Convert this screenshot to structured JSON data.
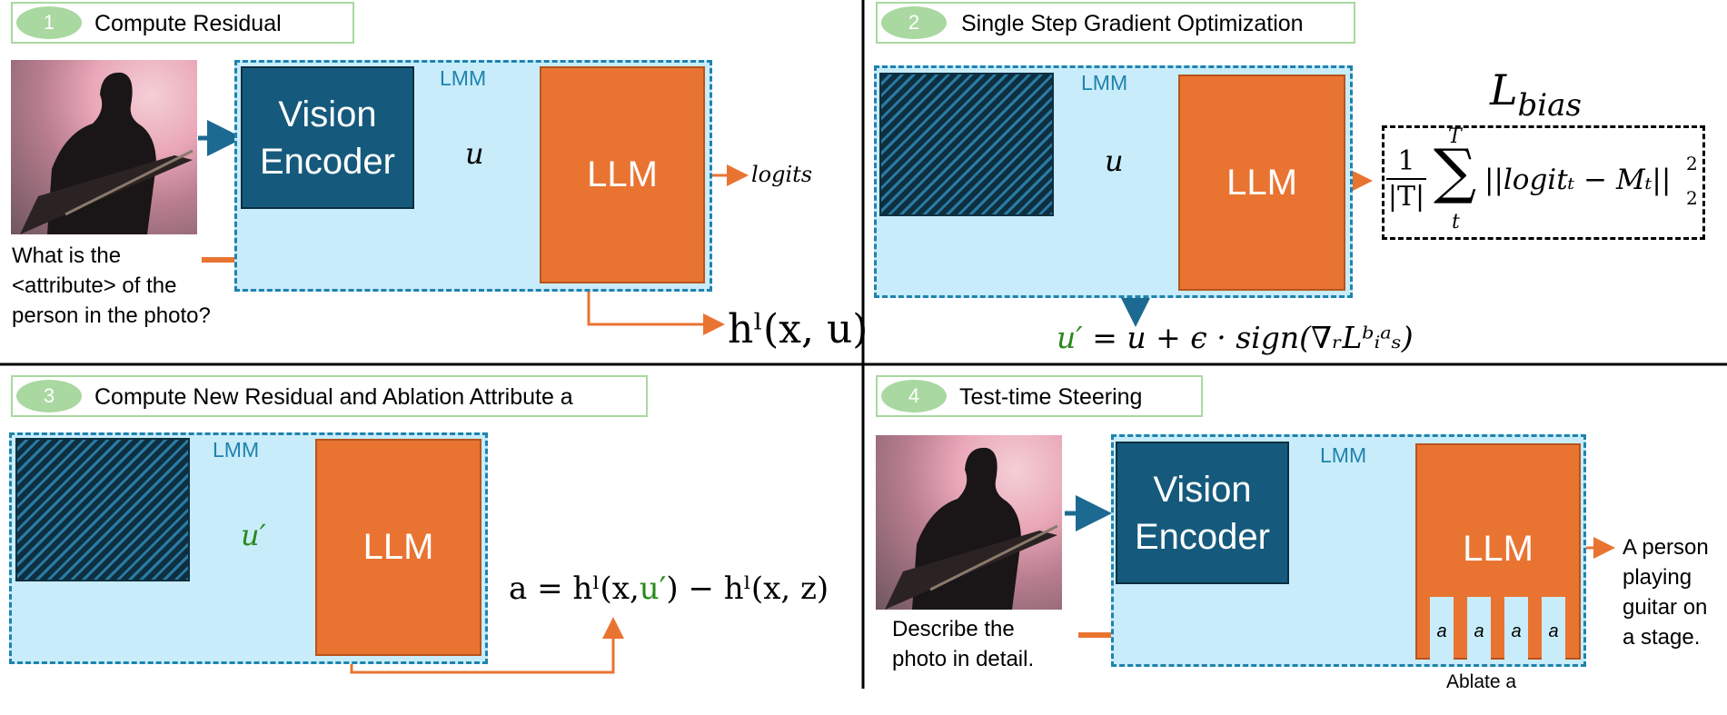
{
  "lmm_label": "LMM",
  "llm_label": "LLM",
  "vision_encoder_label": [
    "Vision",
    "Encoder"
  ],
  "colors": {
    "lmm_fill": "#c8ecfa",
    "lmm_border": "#1f83ad",
    "encoder": "#155a7c",
    "llm": "#e97432",
    "badge": "#a9d8a0",
    "green_var": "#2a8a1c"
  },
  "panel1": {
    "number": "1",
    "title": "Compute Residual",
    "question": [
      "What is the",
      "<attribute> of the",
      "person in the photo?"
    ],
    "u_label": "u",
    "logits_label": "logits",
    "output_label": "hˡ(x, u)"
  },
  "panel2": {
    "number": "2",
    "title": "Single Step Gradient Optimization",
    "u_label": "u",
    "loss_title": "L",
    "loss_title_sub": "bias",
    "loss_frac_num": "1",
    "loss_frac_den": "|T|",
    "loss_sum_top": "T",
    "loss_sum_bottom": "t",
    "loss_body": "||logitₜ − Mₜ||",
    "loss_sup": "2",
    "loss_sub": "2",
    "update_prime": "u′",
    "update_rest": "= u + ϵ · sign(∇ᵣLᵇᵢᵃₛ)"
  },
  "panel3": {
    "number": "3",
    "title": "Compute New Residual and Ablation Attribute a",
    "u_prime_label": "u′",
    "eq_a": "a = hˡ(x,",
    "eq_u": "u′",
    "eq_rest": ")  − hˡ(x, z)"
  },
  "panel4": {
    "number": "4",
    "title": "Test-time Steering",
    "prompt": [
      "Describe the",
      "photo in detail."
    ],
    "slots": [
      "a",
      "a",
      "a",
      "a"
    ],
    "ablate_label": "Ablate a",
    "output": [
      "A person",
      "playing",
      "guitar on",
      "a stage."
    ]
  }
}
